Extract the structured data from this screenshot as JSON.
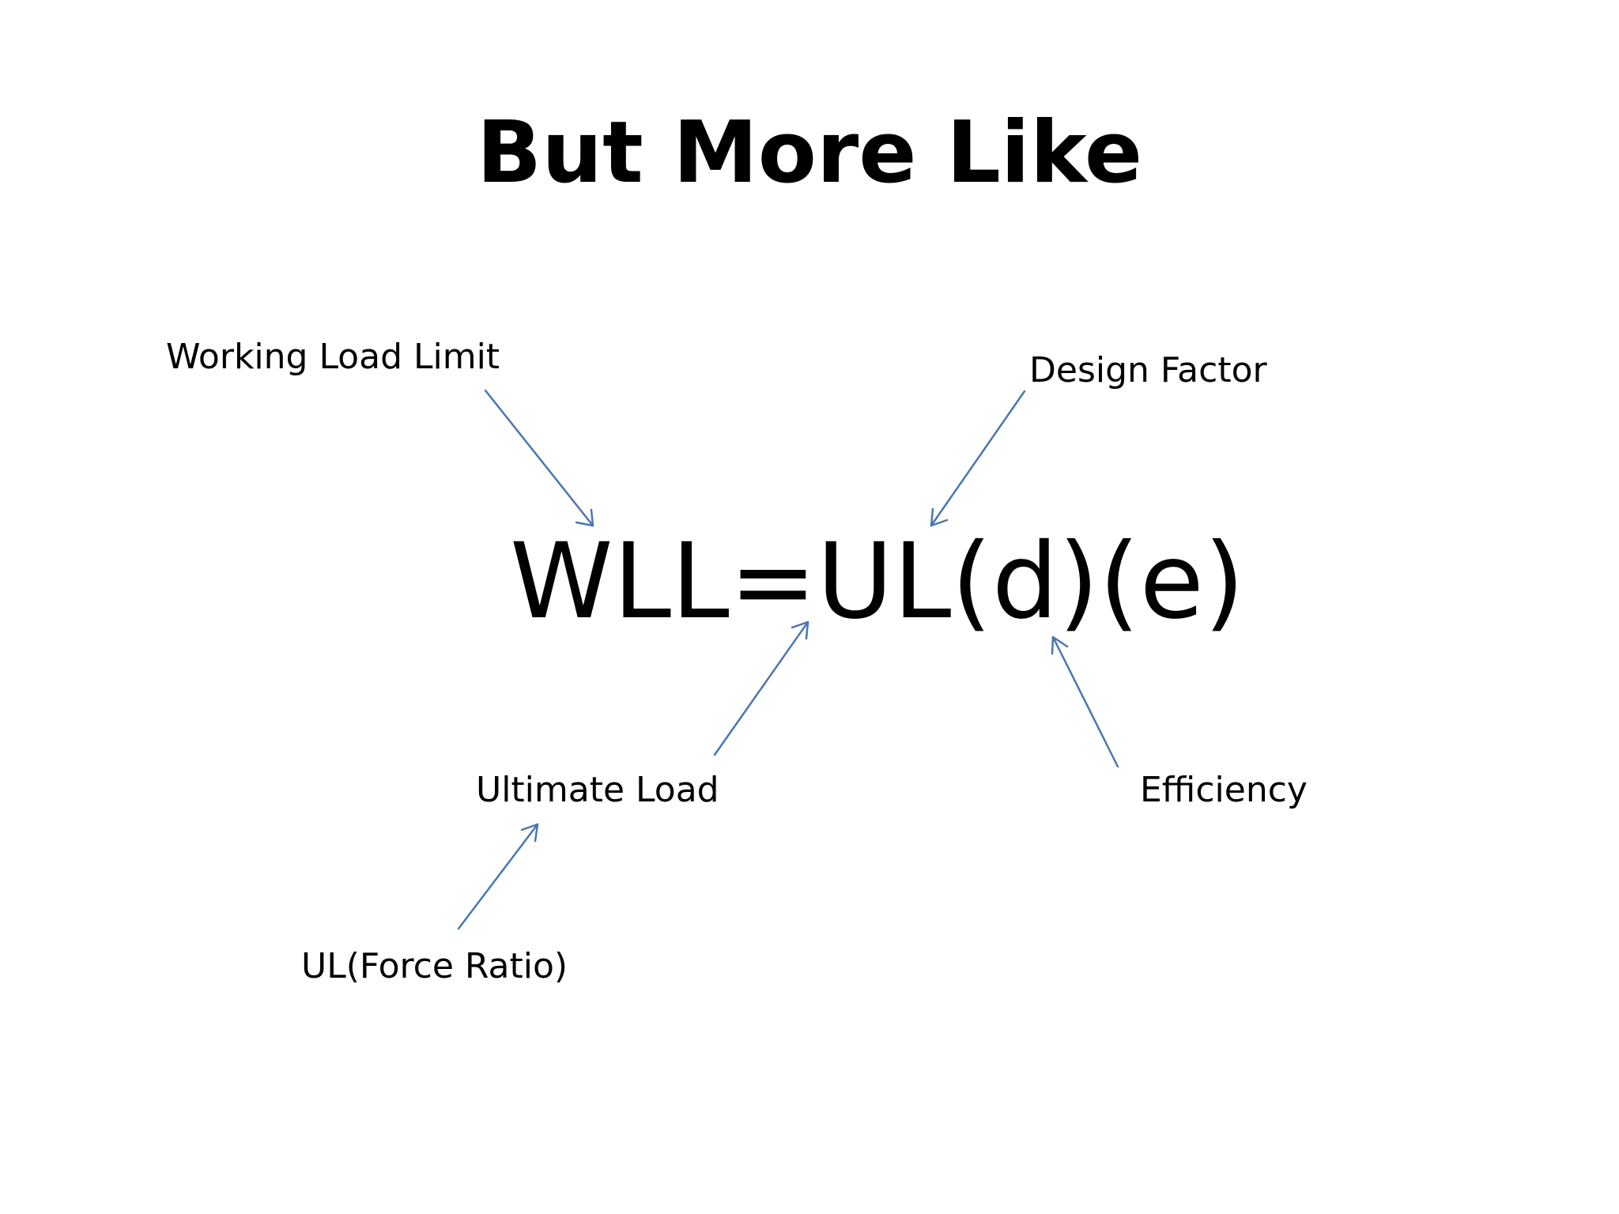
{
  "slide": {
    "title": "But More Like",
    "formula": "WLL=UL(d)(e)",
    "labels": {
      "working_load_limit": "Working Load Limit",
      "design_factor": "Design Factor",
      "ultimate_load": "Ultimate Load",
      "efficiency": "Efficiency",
      "ul_force_ratio": "UL(Force Ratio)"
    }
  },
  "colors": {
    "background": "#ffffff",
    "text": "#000000",
    "arrow": "#4a76b0"
  }
}
